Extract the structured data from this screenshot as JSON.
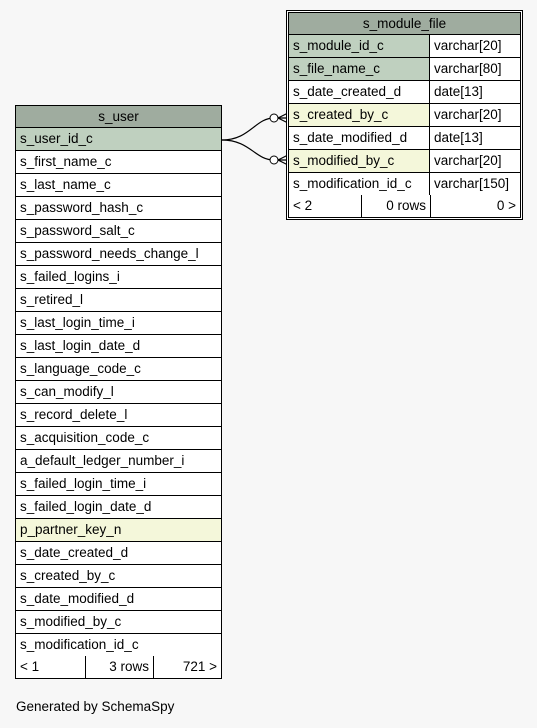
{
  "module_table": {
    "name": "s_module_file",
    "columns": [
      {
        "name": "s_module_id_c",
        "type": "varchar[20]",
        "role": "pk"
      },
      {
        "name": "s_file_name_c",
        "type": "varchar[80]",
        "role": "pk"
      },
      {
        "name": "s_date_created_d",
        "type": "date[13]",
        "role": ""
      },
      {
        "name": "s_created_by_c",
        "type": "varchar[20]",
        "role": "fk"
      },
      {
        "name": "s_date_modified_d",
        "type": "date[13]",
        "role": ""
      },
      {
        "name": "s_modified_by_c",
        "type": "varchar[20]",
        "role": "fk"
      },
      {
        "name": "s_modification_id_c",
        "type": "varchar[150]",
        "role": ""
      }
    ],
    "footer": {
      "parents": "< 2",
      "rows": "0 rows",
      "children": "0 >"
    }
  },
  "user_table": {
    "name": "s_user",
    "columns": [
      {
        "name": "s_user_id_c",
        "role": "pk"
      },
      {
        "name": "s_first_name_c",
        "role": ""
      },
      {
        "name": "s_last_name_c",
        "role": ""
      },
      {
        "name": "s_password_hash_c",
        "role": ""
      },
      {
        "name": "s_password_salt_c",
        "role": ""
      },
      {
        "name": "s_password_needs_change_l",
        "role": ""
      },
      {
        "name": "s_failed_logins_i",
        "role": ""
      },
      {
        "name": "s_retired_l",
        "role": ""
      },
      {
        "name": "s_last_login_time_i",
        "role": ""
      },
      {
        "name": "s_last_login_date_d",
        "role": ""
      },
      {
        "name": "s_language_code_c",
        "role": ""
      },
      {
        "name": "s_can_modify_l",
        "role": ""
      },
      {
        "name": "s_record_delete_l",
        "role": ""
      },
      {
        "name": "s_acquisition_code_c",
        "role": ""
      },
      {
        "name": "a_default_ledger_number_i",
        "role": ""
      },
      {
        "name": "s_failed_login_time_i",
        "role": ""
      },
      {
        "name": "s_failed_login_date_d",
        "role": ""
      },
      {
        "name": "p_partner_key_n",
        "role": "fk"
      },
      {
        "name": "s_date_created_d",
        "role": ""
      },
      {
        "name": "s_created_by_c",
        "role": ""
      },
      {
        "name": "s_date_modified_d",
        "role": ""
      },
      {
        "name": "s_modified_by_c",
        "role": ""
      },
      {
        "name": "s_modification_id_c",
        "role": ""
      }
    ],
    "footer": {
      "parents": "< 1",
      "rows": "3 rows",
      "children": "721 >"
    }
  },
  "generated_by": "Generated by SchemaSpy"
}
